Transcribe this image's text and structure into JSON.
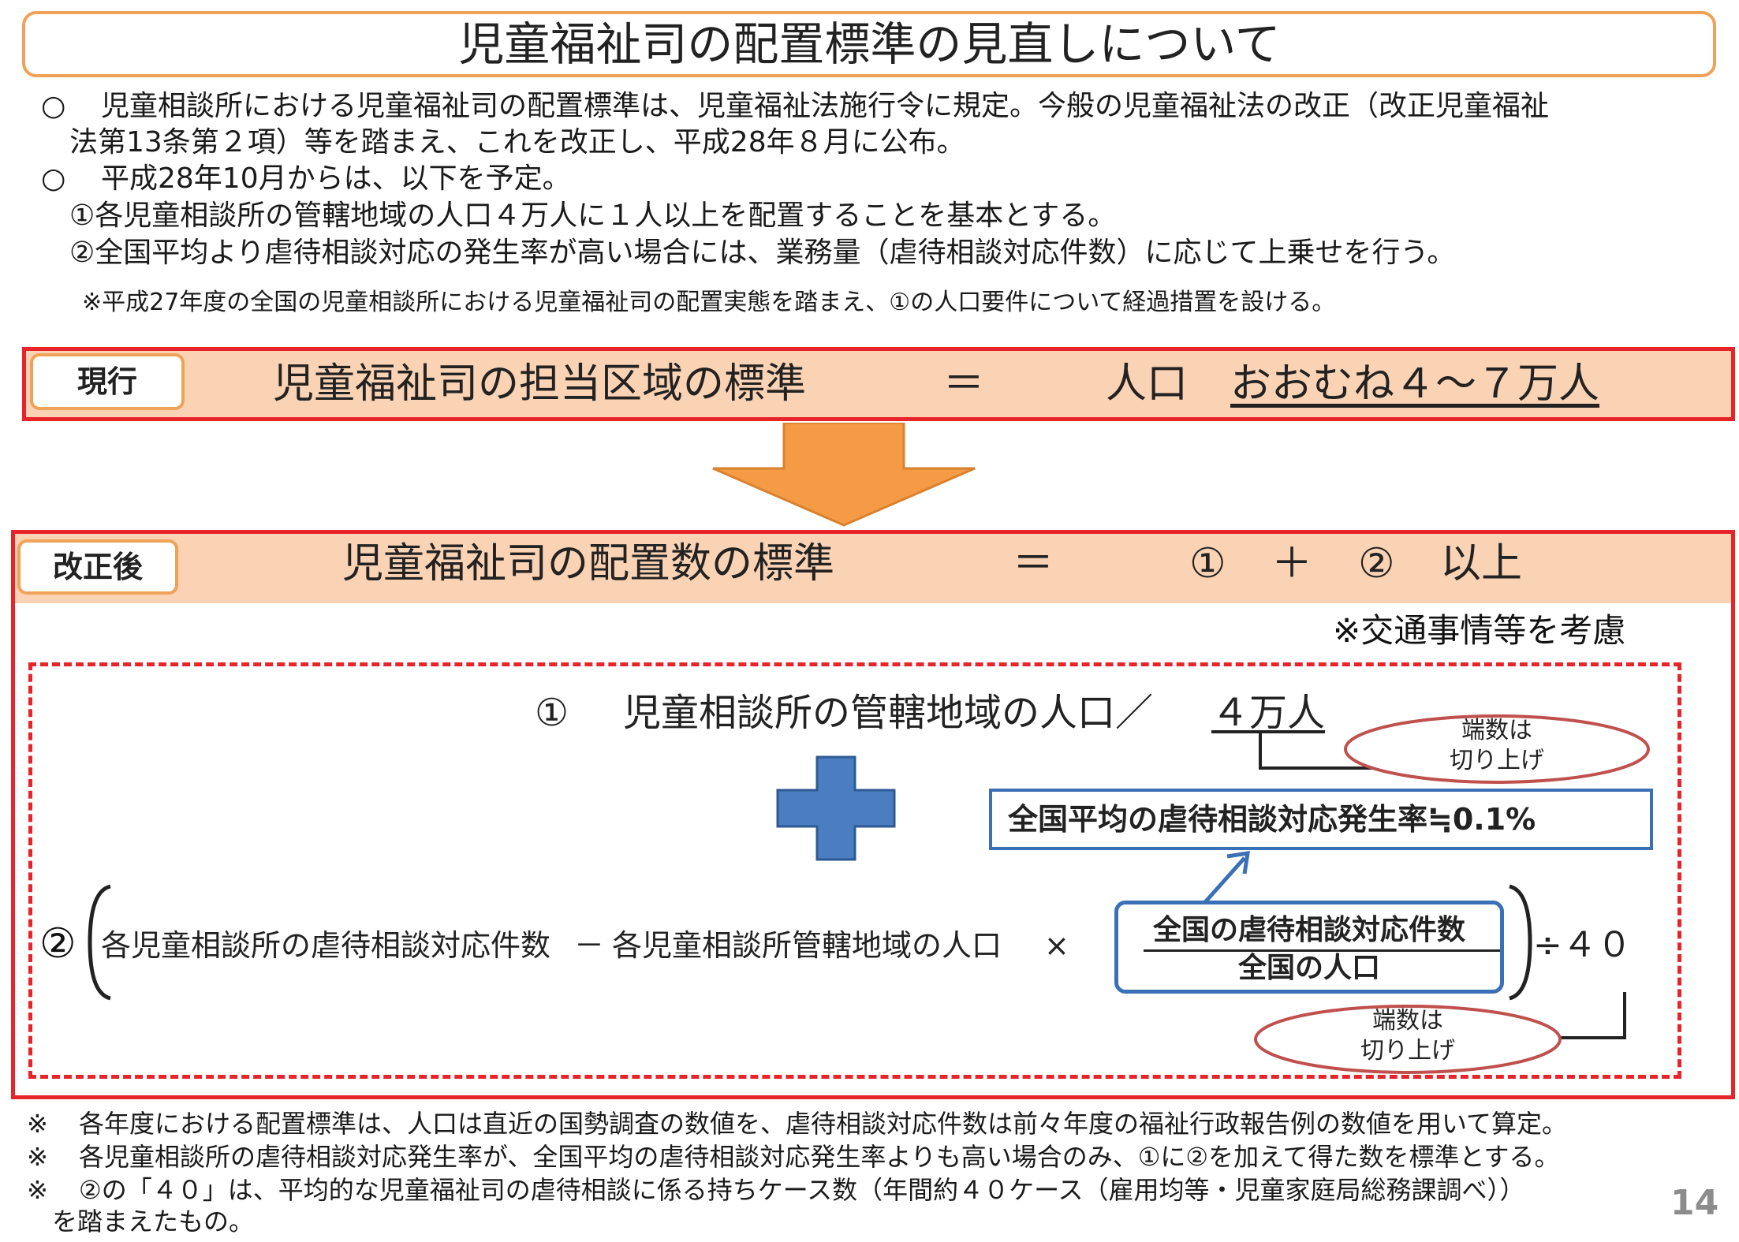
{
  "title": "児童福祉司の配置標準の見直しについて",
  "intro": {
    "bullet1_mark": "○",
    "bullet1_line1": "児童相談所における児童福祉司の配置標準は、児童福祉法施行令に規定。今般の児童福祉法の改正（改正児童福祉",
    "bullet1_line2": "法第13条第２項）等を踏まえ、これを改正し、平成28年８月に公布。",
    "bullet2_mark": "○",
    "bullet2_line1": "平成28年10月からは、以下を予定。",
    "item1": "①各児童相談所の管轄地域の人口４万人に１人以上を配置することを基本とする。",
    "item2": "②全国平均より虐待相談対応の発生率が高い場合には、業務量（虐待相談対応件数）に応じて上乗せを行う。",
    "note": "※平成27年度の全国の児童相談所における児童福祉司の配置実態を踏まえ、①の人口要件について経過措置を設ける。"
  },
  "current": {
    "tag": "現行",
    "label": "児童福祉司の担当区域の標準",
    "equals": "＝",
    "value_prefix": "人口",
    "value": "おおむね４～７万人"
  },
  "after": {
    "tag": "改正後",
    "label": "児童福祉司の配置数の標準",
    "equals": "＝",
    "circle1": "①",
    "plus": "＋",
    "circle2": "②",
    "suffix": "以上",
    "traffic_note": "※交通事情等を考慮",
    "formula1_mark": "①",
    "formula1_text": "児童相談所の管轄地域の人口／",
    "formula1_divisor": "４万人",
    "round_up_1a": "端数は",
    "round_up_1b": "切り上げ",
    "rate_box": "全国平均の虐待相談対応発生率≒0.1%",
    "formula2_mark": "②",
    "formula2_term1": "各児童相談所の虐待相談対応件数",
    "formula2_minus": "－",
    "formula2_term2": "各児童相談所管轄地域の人口",
    "formula2_times": "×",
    "fraction_numerator": "全国の虐待相談対応件数",
    "fraction_denominator": "全国の人口",
    "divide": "÷４０",
    "round_up_2a": "端数は",
    "round_up_2b": "切り上げ"
  },
  "footnotes": {
    "f1_mark": "※",
    "f1": "各年度における配置標準は、人口は直近の国勢調査の数値を、虐待相談対応件数は前々年度の福祉行政報告例の数値を用いて算定。",
    "f2_mark": "※",
    "f2": "各児童相談所の虐待相談対応発生率が、全国平均の虐待相談対応発生率よりも高い場合のみ、①に②を加えて得た数を標準とする。",
    "f3_mark": "※",
    "f3_line1": "②の「４０」は、平均的な児童福祉司の虐待相談に係る持ちケース数（年間約４０ケース（雇用均等・児童家庭局総務課調べ））",
    "f3_line2": "を踏まえたもの。"
  },
  "page_number": "14",
  "colors": {
    "accent_orange": "#f0a258",
    "band_fill": "#fad2b4",
    "red_border": "#e8242b",
    "arrow_orange": "#f59a45",
    "plus_blue": "#4a7ec0",
    "box_blue": "#3b6fb6",
    "oval_red": "#c0504d"
  }
}
